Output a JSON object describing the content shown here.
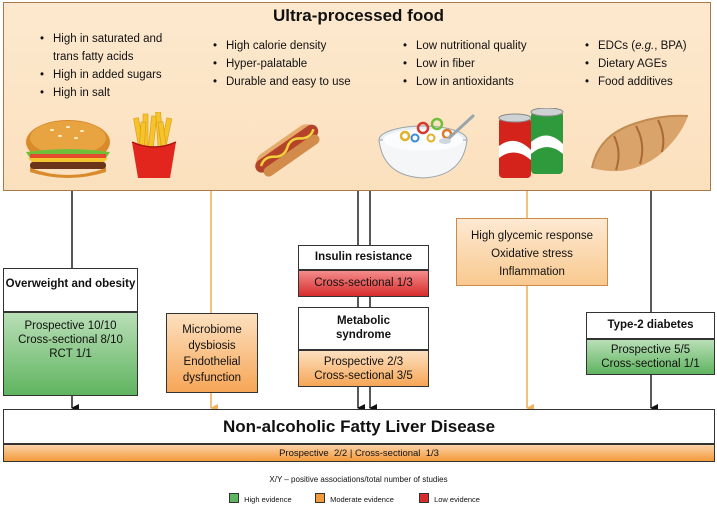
{
  "header": {
    "title": "Ultra-processed food"
  },
  "columns": [
    {
      "items": [
        "High in saturated and",
        "trans fatty acids",
        "High in added sugars",
        "High in salt"
      ],
      "bullets": [
        true,
        false,
        true,
        true
      ]
    },
    {
      "items": [
        "High calorie density",
        "Hyper-palatable",
        "Durable and easy to use"
      ]
    },
    {
      "items": [
        "Low nutritional quality",
        "Low in fiber",
        "Low in antioxidants"
      ]
    },
    {
      "items_html_parts": [
        {
          "pre": "EDCs (",
          "em": "e.g.",
          "post": ", BPA)"
        }
      ],
      "items": [
        "Dietary AGEs",
        "Food additives"
      ]
    }
  ],
  "boxes": {
    "overweight": {
      "title": "Overweight and obesity",
      "lines": [
        "Prospective 10/10",
        "Cross-sectional 8/10",
        "RCT 1/1"
      ]
    },
    "microbiome": {
      "lines": [
        "Microbiome",
        "dysbiosis",
        "Endothelial",
        "dysfunction"
      ]
    },
    "insulin": {
      "title": "Insulin resistance",
      "evidence": "Cross-sectional 1/3"
    },
    "metabolic": {
      "title": "Metabolic syndrome",
      "lines": [
        "Prospective 2/3",
        "Cross-sectional 3/5"
      ]
    },
    "glycemic": {
      "lines": [
        "High glycemic response",
        "Oxidative stress",
        "Inflammation"
      ]
    },
    "diabetes": {
      "title": "Type-2 diabetes",
      "lines": [
        "Prospective 5/5",
        "Cross-sectional 1/1"
      ]
    },
    "nafld": {
      "title": "Non-alcoholic Fatty Liver Disease",
      "evidence": "Prospective  2/2 | Cross-sectional  1/3"
    }
  },
  "footnote": "X/Y – positive associations/total number of studies",
  "legend": [
    {
      "label": "High evidence",
      "color": "#5fb45f"
    },
    {
      "label": "Moderate evidence",
      "color": "#f39a3c"
    },
    {
      "label": "Low evidence",
      "color": "#d82c2c"
    }
  ],
  "food_icons": [
    "burger-icon",
    "fries-icon",
    "hotdog-icon",
    "cereal-bowl-icon",
    "soda-cans-icon",
    "croissant-icon"
  ]
}
